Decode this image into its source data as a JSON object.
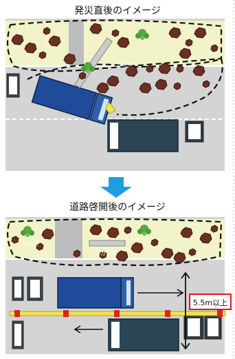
{
  "diagram": {
    "before": {
      "title": "発災直後のイメージ",
      "debris_label": "ガレキ"
    },
    "after": {
      "title": "道路啓開後のイメージ",
      "debris_label_left": "ガレキ",
      "debris_label_right": "ガレキ",
      "width_label": "5.5m以上"
    }
  }
}
